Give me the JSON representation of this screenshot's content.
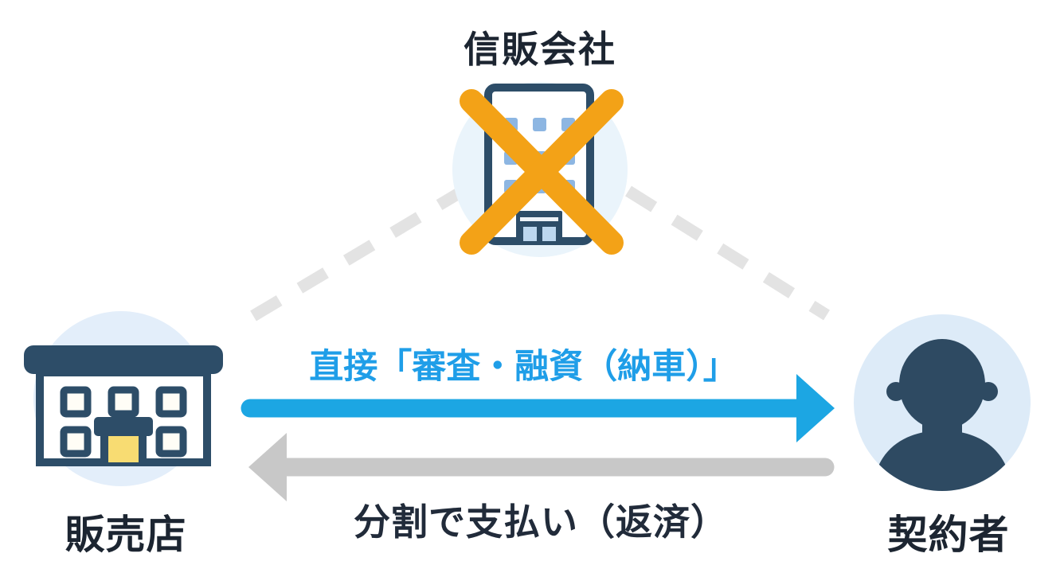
{
  "nodes": {
    "credit_company": {
      "label": "信販会社",
      "icon": "office-building-icon",
      "overlay": "cross-x-icon",
      "status": "excluded"
    },
    "dealer": {
      "label": "販売店",
      "icon": "storefront-icon"
    },
    "contractor": {
      "label": "契約者",
      "icon": "person-icon"
    }
  },
  "flows": {
    "direct": {
      "label": "直接「審査・融資（納車）」",
      "direction": "dealer-to-contractor",
      "style": "solid-blue-arrow"
    },
    "repayment": {
      "label": "分割で支払い（返済）",
      "direction": "contractor-to-dealer",
      "style": "solid-gray-arrow"
    },
    "excluded_links": {
      "style": "dashed-gray",
      "connects": "credit_company-to-dealer-and-contractor"
    }
  },
  "colors": {
    "arrow_blue": "#1ca6e3",
    "flow_text_blue": "#1f9ee8",
    "arrow_gray": "#c8c8c8",
    "dashed_line": "#e3e3e3",
    "icon_navy": "#2d4d68",
    "person_navy": "#2e4a62",
    "cross_orange": "#f3a217",
    "label_dark": "#1c2531",
    "circle_bg_light_blue": "#e3eefa",
    "window_blue": "#8db6e2",
    "entrance_blue": "#bcd7ef",
    "door_yellow": "#f8dc72"
  }
}
